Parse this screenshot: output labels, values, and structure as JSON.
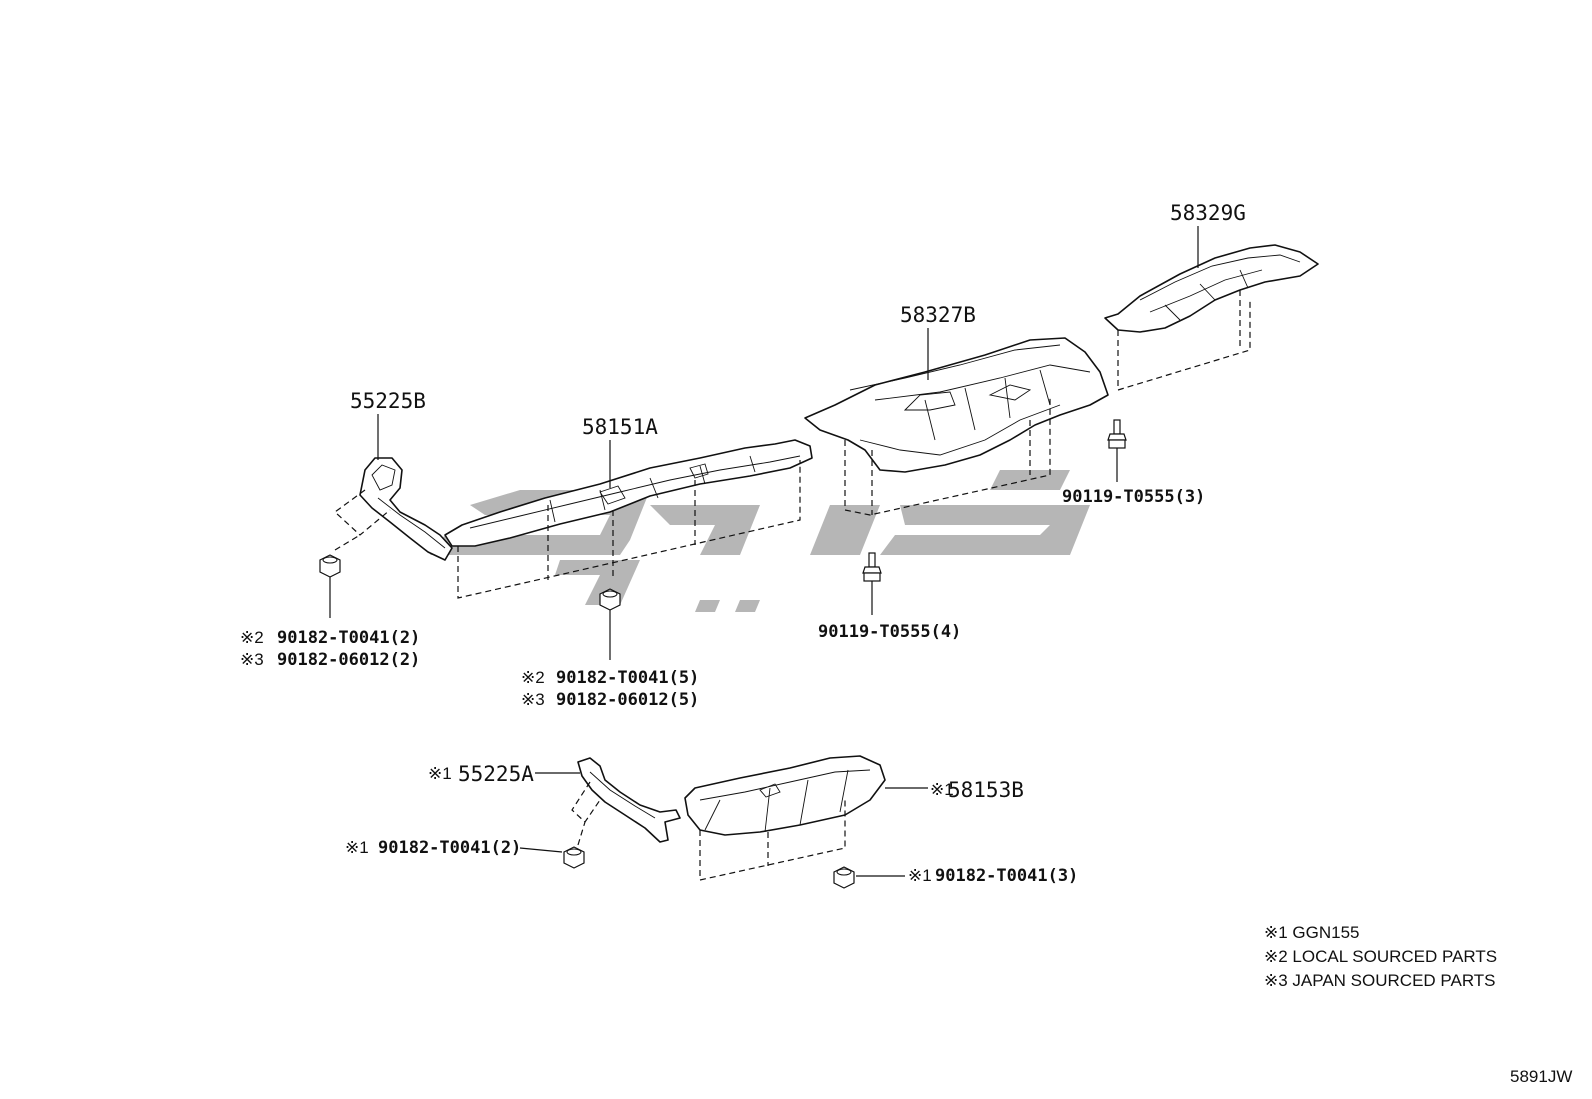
{
  "diagram": {
    "parts": {
      "p58329G": "58329G",
      "p58327B": "58327B",
      "p55225B": "55225B",
      "p58151A": "58151A",
      "p55225A": "55225A",
      "p58153B": "58153B"
    },
    "fasteners": {
      "f90119_3": "90119-T0555(3)",
      "f90119_4": "90119-T0555(4)",
      "f55225B_a": "90182-T0041(2)",
      "f55225B_b": "90182-06012(2)",
      "f58151A_a": "90182-T0041(5)",
      "f58151A_b": "90182-06012(5)",
      "f55225A": "90182-T0041(2)",
      "f58153B": "90182-T0041(3)"
    },
    "marks": {
      "m1": "※1",
      "m2": "※2",
      "m3": "※3"
    },
    "legend": [
      "※1 GGN155",
      "※2  LOCAL SOURCED PARTS",
      "※3  JAPAN SOURCED PARTS"
    ],
    "code": "5891JW"
  }
}
